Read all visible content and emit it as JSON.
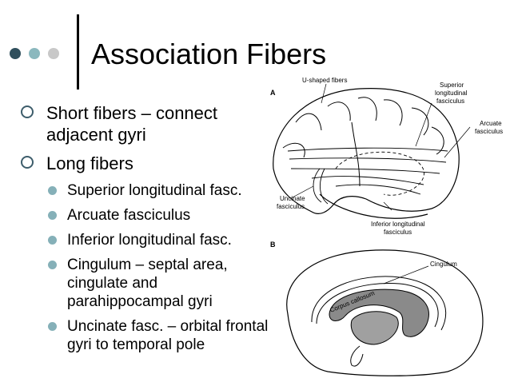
{
  "slide": {
    "title": "Association Fibers",
    "bullets": [
      {
        "level": 1,
        "text": "Short fibers – connect adjacent gyri"
      },
      {
        "level": 1,
        "text": "Long fibers"
      },
      {
        "level": 2,
        "text": "Superior longitudinal fasc."
      },
      {
        "level": 2,
        "text": "Arcuate fasciculus"
      },
      {
        "level": 2,
        "text": "Inferior longitudinal fasc."
      },
      {
        "level": 2,
        "text": "Cingulum – septal area, cingulate and parahippocampal gyri"
      },
      {
        "level": 2,
        "text": "Uncinate fasc. – orbital frontal gyri to temporal pole"
      }
    ],
    "decor_dot_colors": [
      "#2f4f5c",
      "#8bb8be",
      "#c8c8c8"
    ]
  },
  "figure": {
    "panel_a": {
      "letter": "A",
      "labels": {
        "u_shaped": "U-shaped fibers",
        "superior_1": "Superior",
        "superior_2": "longitudinal",
        "superior_3": "fasciculus",
        "arcuate_1": "Arcuate",
        "arcuate_2": "fasciculus",
        "uncinate_1": "Uncinate",
        "uncinate_2": "fasciculus",
        "inferior_1": "Inferior longitudinal",
        "inferior_2": "fasciculus"
      }
    },
    "panel_b": {
      "letter": "B",
      "labels": {
        "cingulum": "Cingulum",
        "corpus_callosum": "Corpus callosum"
      }
    }
  }
}
